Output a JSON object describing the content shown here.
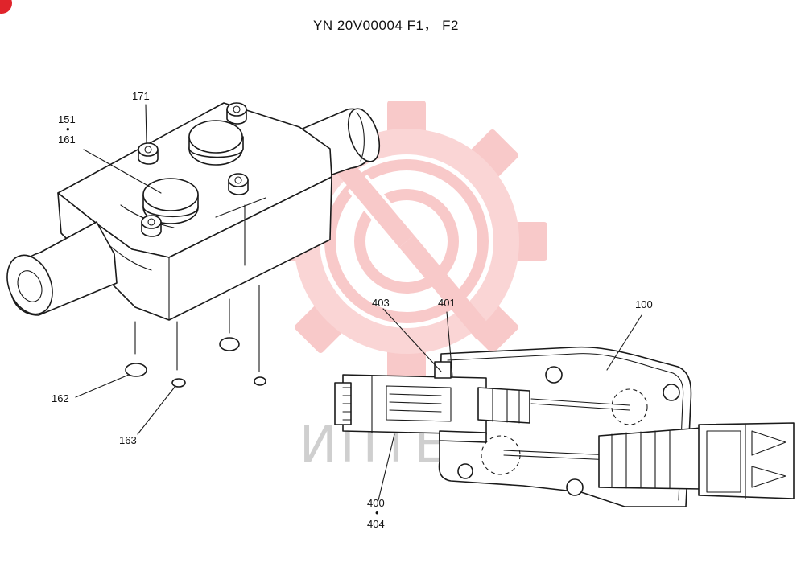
{
  "title": "YN 20V00004 F1， F2",
  "watermark": {
    "text": "ИПТЕХ",
    "color": "#f2a0a0",
    "icon": "gear-logo-icon"
  },
  "corner_badge": {
    "color": "#e0242b"
  },
  "callouts": {
    "c171": "171",
    "c151": "151",
    "c151_dot": "•",
    "c161": "161",
    "c162": "162",
    "c163": "163",
    "c403": "403",
    "c401": "401",
    "c100": "100",
    "c400": "400",
    "c400_dot": "•",
    "c404": "404"
  }
}
